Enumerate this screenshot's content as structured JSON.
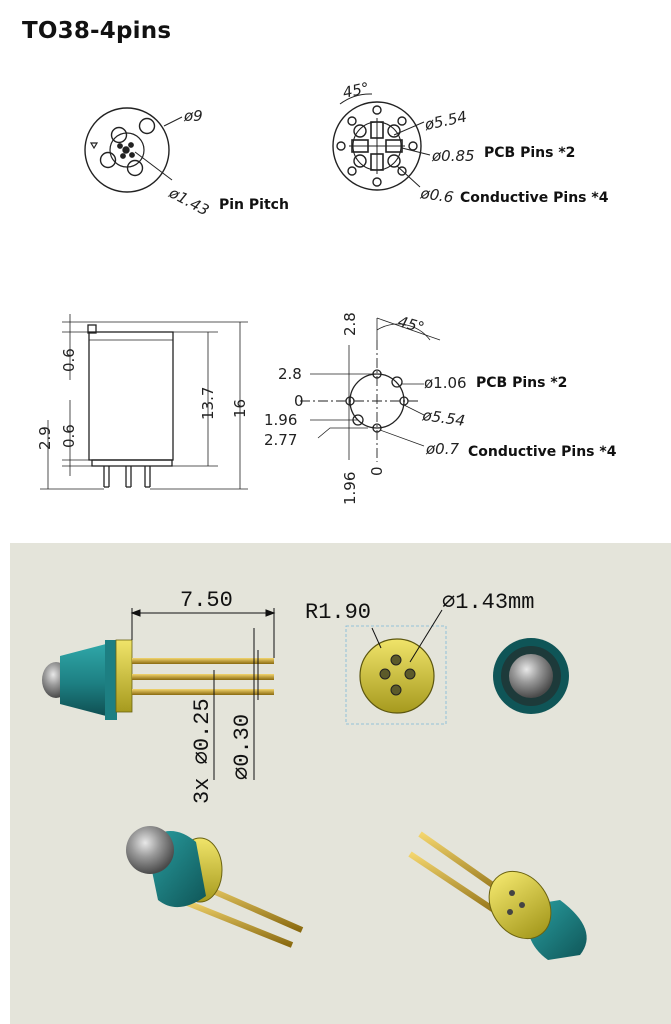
{
  "title": "TO38-4pins",
  "top_left": {
    "dia": "ø9",
    "pitch": "ø1.43",
    "pitch_label": "Pin Pitch"
  },
  "top_right": {
    "angle": "45°",
    "d1": "ø5.54",
    "d2": "ø0.85",
    "d2_label": "PCB Pins *2",
    "d3": "ø0.6",
    "d3_label": "Conductive Pins *4"
  },
  "side_view": {
    "d_top": "0.6",
    "d_bottom1": "0.6",
    "d_bottom2": "2.9",
    "d_body": "13.7",
    "d_total": "16"
  },
  "pin_view": {
    "top": "2.8",
    "angle": "45°",
    "y_28": "2.8",
    "y_0": "0",
    "y_196": "1.96",
    "y_277": "2.77",
    "x_196": "1.96",
    "x_0": "0",
    "d_pcb": "ø1.06",
    "pcb_label": "PCB Pins *2",
    "d_circle": "ø5.54",
    "d_cond": "ø0.7",
    "cond_label": "Conductive Pins *4"
  },
  "cad": {
    "length": "7.50",
    "pin_small": "3x ⌀0.25",
    "pin_big": "⌀0.30",
    "radius": "R1.90",
    "pitch": "⌀1.43mm"
  },
  "colors": {
    "panel_bg": "#e4e4da",
    "cap": "#1f8a8c",
    "flange": "#d8cc3a",
    "pin": "#c9a227",
    "lens": "#6a6a6a"
  }
}
